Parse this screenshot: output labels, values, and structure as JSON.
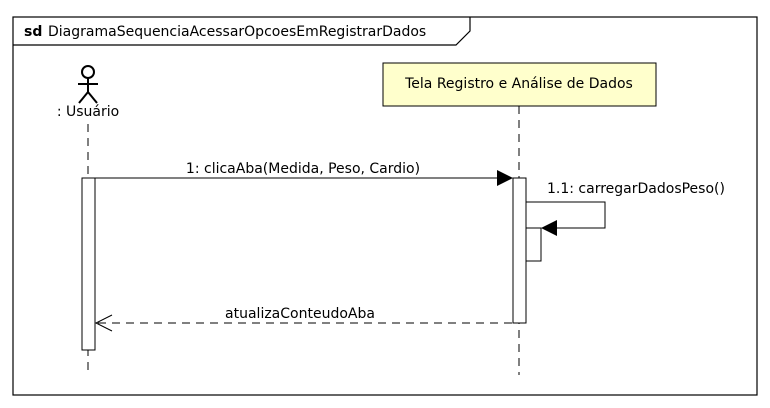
{
  "frame": {
    "keyword": "sd",
    "name": "DiagramaSequenciaAcessarOpcoesEmRegistrarDados"
  },
  "actor": {
    "label": ": Usuário"
  },
  "lifeline": {
    "label": "Tela Registro e Análise de Dados",
    "fill": "#ffffcc"
  },
  "messages": [
    {
      "id": "m1",
      "label": "1: clicaAba(Medida, Peso, Cardio)",
      "kind": "sync"
    },
    {
      "id": "m2",
      "label": "1.1: carregarDadosPeso()",
      "kind": "self"
    },
    {
      "id": "m3",
      "label": "atualizaConteudoAba",
      "kind": "return"
    }
  ]
}
